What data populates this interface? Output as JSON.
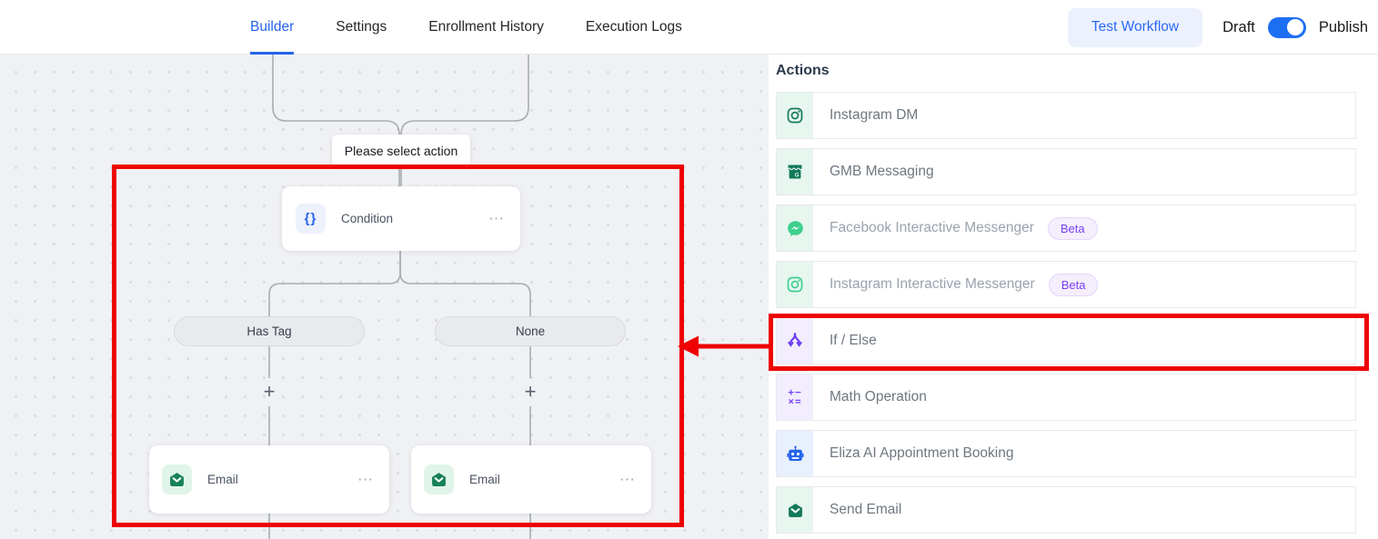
{
  "header": {
    "tabs": [
      {
        "label": "Builder",
        "active": true
      },
      {
        "label": "Settings",
        "active": false
      },
      {
        "label": "Enrollment History",
        "active": false
      },
      {
        "label": "Execution Logs",
        "active": false
      }
    ],
    "test_workflow_label": "Test Workflow",
    "draft_label": "Draft",
    "publish_label": "Publish",
    "publish_toggle_state": "on",
    "accent_color": "#2563eb"
  },
  "canvas": {
    "tooltip": "Please select action",
    "condition_node": {
      "label": "Condition",
      "icon": "braces-icon",
      "icon_glyph": "{}",
      "menu_glyph": "⋯"
    },
    "branches": {
      "left": "Has Tag",
      "right": "None"
    },
    "plus_glyph": "+",
    "email_nodes": [
      {
        "label": "Email",
        "icon": "email-icon",
        "menu_glyph": "⋯"
      },
      {
        "label": "Email",
        "icon": "email-icon",
        "menu_glyph": "⋯"
      }
    ]
  },
  "sidebar": {
    "title": "Actions",
    "items": [
      {
        "label": "Instagram DM",
        "icon": "instagram-icon",
        "icon_color": "#14795a",
        "icon_bg": "#e7f6ef"
      },
      {
        "label": "GMB Messaging",
        "icon": "storefront-icon",
        "icon_color": "#14795a",
        "icon_bg": "#e7f6ef"
      },
      {
        "label": "Facebook Interactive Messenger",
        "badge": "Beta",
        "icon": "messenger-icon",
        "icon_color": "#3ecf8e",
        "icon_bg": "#e7f6ef"
      },
      {
        "label": "Instagram Interactive Messenger",
        "badge": "Beta",
        "icon": "instagram-icon",
        "icon_color": "#3ecf8e",
        "icon_bg": "#e7f6ef"
      },
      {
        "label": "If / Else",
        "icon": "branch-icon",
        "icon_color": "#6e3ff3",
        "icon_bg": "#f2eefd",
        "highlighted": true
      },
      {
        "label": "Math Operation",
        "icon": "math-icon",
        "icon_glyph_top": "+−",
        "icon_glyph_bottom": "×=",
        "icon_color": "#7442f5",
        "icon_bg": "#f2eefd"
      },
      {
        "label": "Eliza AI Appointment Booking",
        "icon": "robot-icon",
        "icon_color": "#2563eb",
        "icon_bg": "#e8f0fd"
      },
      {
        "label": "Send Email",
        "icon": "email-icon",
        "icon_color": "#14795a",
        "icon_bg": "#e7f6ef"
      }
    ],
    "badge_color": "#7b3ff2"
  },
  "annotation": {
    "color": "#ee0202"
  }
}
